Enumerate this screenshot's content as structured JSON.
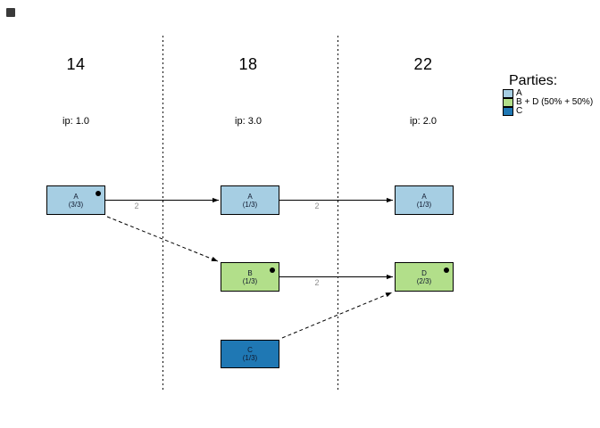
{
  "periods": [
    {
      "label": "14",
      "ip": "ip: 1.0"
    },
    {
      "label": "18",
      "ip": "ip: 3.0"
    },
    {
      "label": "22",
      "ip": "ip: 2.0"
    }
  ],
  "nodes": [
    {
      "id": "A-period1",
      "label": "A",
      "fraction": "(3/3)",
      "color": "#A6CEE3",
      "dot": true
    },
    {
      "id": "A-period2",
      "label": "A",
      "fraction": "(1/3)",
      "color": "#A6CEE3",
      "dot": false
    },
    {
      "id": "A-period3",
      "label": "A",
      "fraction": "(1/3)",
      "color": "#A6CEE3",
      "dot": false
    },
    {
      "id": "B-period2",
      "label": "B",
      "fraction": "(1/3)",
      "color": "#B2DF8A",
      "dot": true
    },
    {
      "id": "D-period3",
      "label": "D",
      "fraction": "(2/3)",
      "color": "#B2DF8A",
      "dot": true
    },
    {
      "id": "C-period2",
      "label": "C",
      "fraction": "(1/3)",
      "color": "#1F78B4",
      "dot": false
    }
  ],
  "edges": [
    {
      "from": "A-period1",
      "to": "A-period2",
      "label": "2",
      "style": "solid"
    },
    {
      "from": "A-period2",
      "to": "A-period3",
      "label": "2",
      "style": "solid"
    },
    {
      "from": "B-period2",
      "to": "D-period3",
      "label": "2",
      "style": "solid"
    },
    {
      "from": "A-period1",
      "to": "B-period2",
      "label": "",
      "style": "dashed"
    },
    {
      "from": "C-period2",
      "to": "D-period3",
      "label": "",
      "style": "dashed"
    }
  ],
  "legend": {
    "title": "Parties:",
    "items": [
      {
        "label": "A",
        "color": "#A6CEE3"
      },
      {
        "label": "B + D (50% + 50%)",
        "color": "#B2DF8A"
      },
      {
        "label": "C",
        "color": "#1F78B4"
      }
    ]
  },
  "colors": {
    "party_a": "#A6CEE3",
    "party_b_d": "#B2DF8A",
    "party_c": "#1F78B4",
    "edge_label": "#8e8e8e"
  }
}
